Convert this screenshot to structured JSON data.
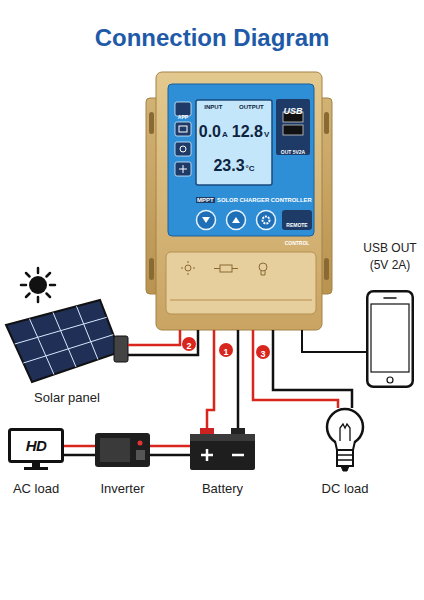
{
  "diagram": {
    "title": "Connection Diagram",
    "nodes": [
      {
        "text": [
          "MPPT",
          "SOLOR CHARGER CONTROLLER"
        ]
      },
      {
        "text": [
          "USB OUT",
          "(5V 2A)"
        ]
      },
      {
        "text": [
          "Solar panel"
        ]
      },
      {
        "text": [
          "HD",
          "AC load"
        ]
      },
      {
        "text": [
          "Inverter"
        ]
      },
      {
        "text": [
          "Battery"
        ]
      },
      {
        "text": [
          "DC load"
        ]
      }
    ],
    "edges": [
      {
        "from": 2,
        "to": 0,
        "arrow": "none",
        "label": "2"
      },
      {
        "from": 5,
        "to": 0,
        "arrow": "none",
        "label": "1"
      },
      {
        "from": 6,
        "to": 0,
        "arrow": "none",
        "label": "3"
      },
      {
        "from": 1,
        "to": 0,
        "arrow": "none"
      },
      {
        "from": 3,
        "to": 4,
        "arrow": "none"
      },
      {
        "from": 4,
        "to": 5,
        "arrow": "none"
      }
    ],
    "labels": [
      "INPUT",
      "OUTPUT",
      "0.0",
      "A",
      "12.8",
      "V",
      "23.3",
      "°C",
      "APP",
      "USB",
      "OUT 5V2A",
      "REMOTE CONTROL"
    ]
  }
}
